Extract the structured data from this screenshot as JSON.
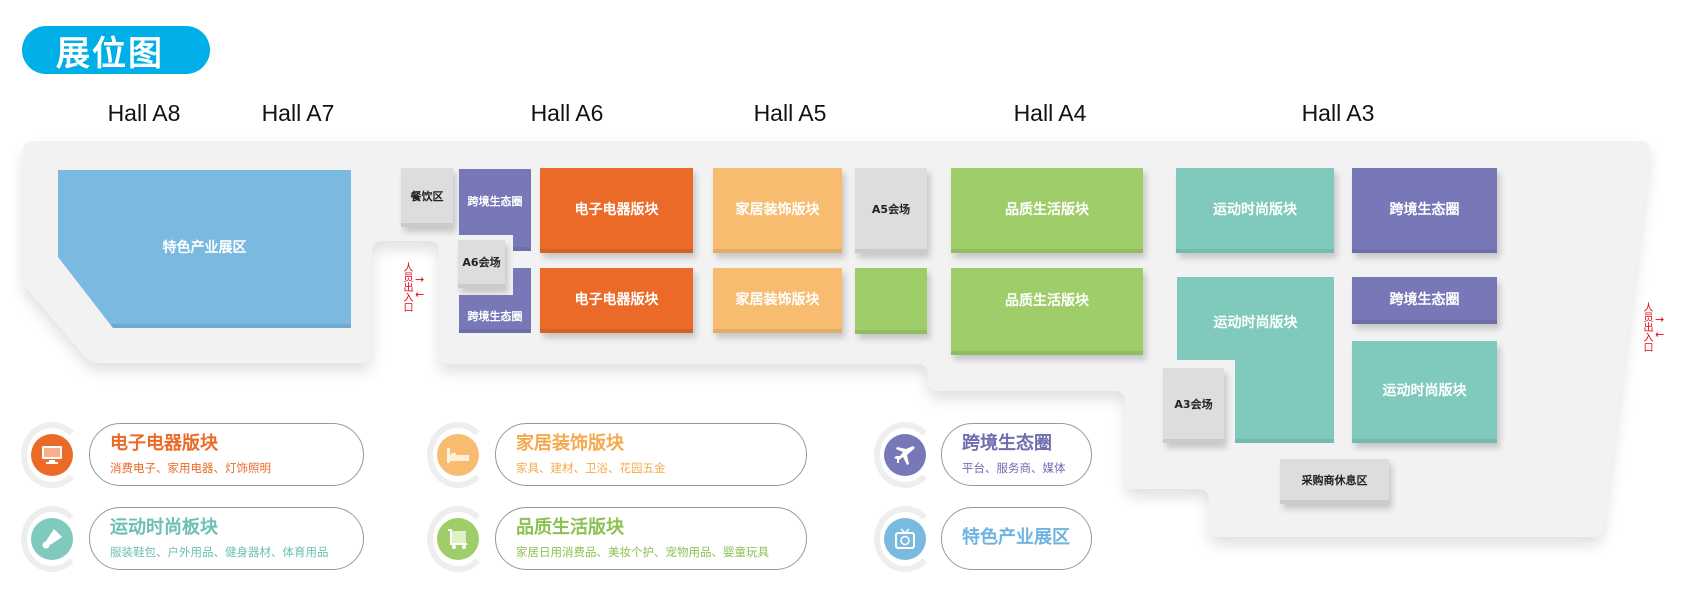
{
  "title": "展位图",
  "halls": [
    "Hall A8",
    "Hall A7",
    "Hall A6",
    "Hall A5",
    "Hall A4",
    "Hall A3"
  ],
  "booths": {
    "special_industry": "特色产业展区",
    "dining": "餐饮区",
    "a6_cross_top": "跨境生态圈",
    "a6_venue": "A6会场",
    "a6_cross_bottom": "跨境生态圈",
    "a6_elec_top": "电子电器版块",
    "a6_elec_bottom": "电子电器版块",
    "a5_home_top": "家居装饰版块",
    "a5_home_bottom": "家居装饰版块",
    "a5_venue": "A5会场",
    "a4_quality_top": "品质生活版块",
    "a4_quality_bottom": "品质生活版块",
    "a3_sport_top": "运动时尚版块",
    "a3_cross_top": "跨境生态圈",
    "a3_sport_l": "运动时尚版块",
    "a3_cross_mid": "跨境生态圈",
    "a3_sport_right": "运动时尚版块",
    "a3_venue": "A3会场",
    "buyer_lounge": "采购商休息区"
  },
  "entrance_label": "人员出入口",
  "legend": [
    {
      "title": "电子电器版块",
      "sub": "消费电子、家用电器、灯饰照明",
      "color": "#ec6a28",
      "icon": "monitor-icon"
    },
    {
      "title": "家居装饰版块",
      "sub": "家具、建材、卫浴、花园五金",
      "color": "#f8bc70",
      "icon": "bed-icon"
    },
    {
      "title": "跨境生态圈",
      "sub": "平台、服务商、媒体",
      "color": "#7878b8",
      "icon": "airplane-icon"
    },
    {
      "title": "运动时尚板块",
      "sub": "服装鞋包、户外用品、健身器材、体育用品",
      "color": "#7fcabd",
      "icon": "shuttlecock-icon"
    },
    {
      "title": "品质生活版块",
      "sub": "家居日用消费品、美妆个护、宠物用品、婴童玩具",
      "color": "#9fcd6a",
      "icon": "cart-icon"
    },
    {
      "title": "特色产业展区",
      "color": "#7ab9e0",
      "icon": "tv-icon"
    }
  ]
}
